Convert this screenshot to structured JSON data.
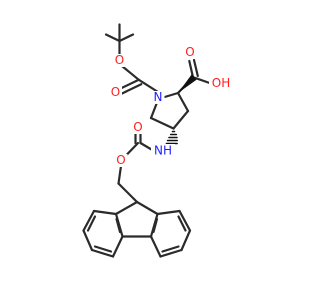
{
  "structure": {
    "atoms": {
      "O_carbamate": "O",
      "O_ring_ester": "O",
      "N_ring": "N",
      "O_acid": "O",
      "OH_acid": "OH",
      "O_fmoc_carbonyl": "O",
      "NH": "NH",
      "O_fmoc_ester": "O"
    }
  }
}
